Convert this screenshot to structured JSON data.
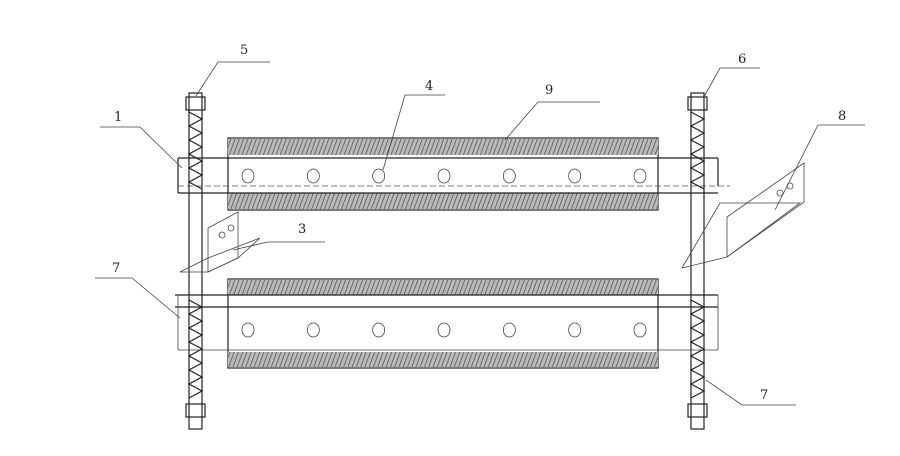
{
  "diagram": {
    "callouts": {
      "rod_left_top": "5",
      "rod_right_top": "6",
      "hole": "4",
      "hatched_plate": "9",
      "cross_plate_upper": "1",
      "bracket_right": "8",
      "bracket_left": "3",
      "spring_left": "7",
      "spring_right": "7"
    },
    "hole_count_per_plate": 7
  }
}
